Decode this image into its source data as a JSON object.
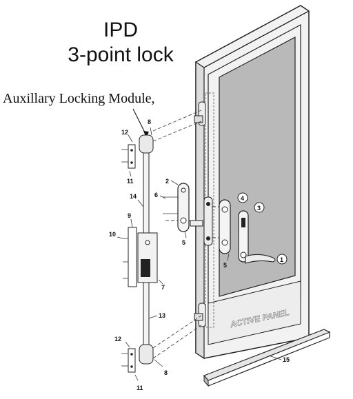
{
  "title": {
    "line1": "IPD",
    "line2": "3-point lock"
  },
  "callout": "Auxillary  Locking Module,",
  "panel_label": "ACTIVE PANEL",
  "part_numbers": [
    "1",
    "2",
    "3",
    "4",
    "5",
    "5",
    "6",
    "7",
    "8",
    "8",
    "9",
    "10",
    "11",
    "11",
    "12",
    "12",
    "13",
    "14",
    "15"
  ]
}
